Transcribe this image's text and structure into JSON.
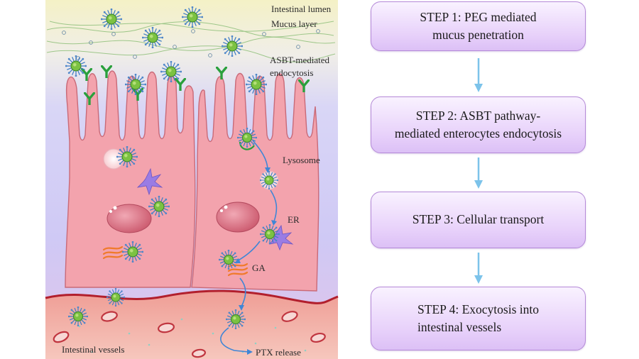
{
  "diagram": {
    "labels": {
      "lumen": "Intestinal lumen",
      "mucus": "Mucus layer",
      "asbt_line1": "ASBT-mediated",
      "asbt_line2": "endocytosis",
      "lysosome": "Lysosome",
      "er": "ER",
      "ga": "GA",
      "vessels": "Intestinal vessels",
      "ptx": "PTX release"
    },
    "steps": [
      {
        "line1": "STEP 1: PEG mediated",
        "line2": "mucus penetration"
      },
      {
        "line1": "STEP 2: ASBT pathway-",
        "line2": "mediated enterocytes endocytosis"
      },
      {
        "line1": "STEP 3: Cellular transport",
        "line2": ""
      },
      {
        "line1": "STEP 4: Exocytosis into",
        "line2": "intestinal vessels"
      }
    ],
    "colors": {
      "cell": "#f3a3ad",
      "cell_edge": "#c96a78",
      "lumen_bg": "#f4f1c6",
      "vessel_bg": "#f2a9a0",
      "step_border": "#b58ad8",
      "arrow": "#7cc3ea",
      "receptor": "#2aa03c"
    }
  }
}
